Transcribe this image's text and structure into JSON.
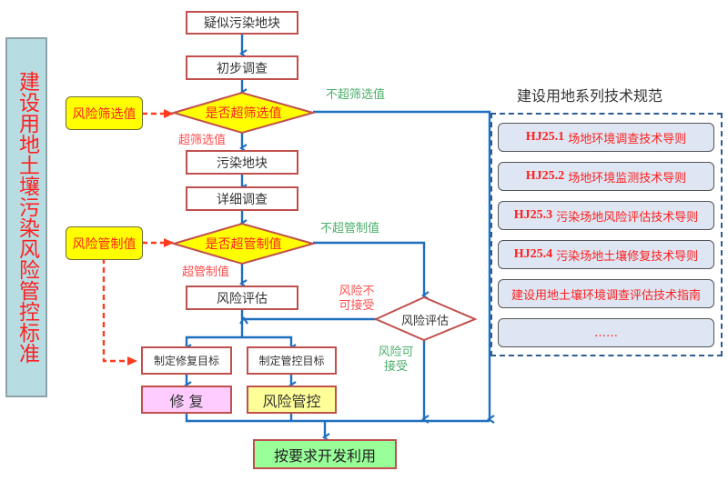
{
  "side_title": "建设用地土壤污染风险管控标准",
  "flow": {
    "suspected_site": "疑似污染地块",
    "initial_survey": "初步调查",
    "screening_decision": "是否超筛选值",
    "screening_value_box": "风险筛选值",
    "exceeds_screening_label": "超筛选值",
    "not_exceed_screening_label": "不超筛选值",
    "contaminated_site": "污染地块",
    "detailed_survey": "详细调查",
    "control_decision": "是否超管制值",
    "control_value_box": "风险管制值",
    "exceeds_control_label": "超管制值",
    "not_exceed_control_label": "不超管制值",
    "risk_assessment": "风险评估",
    "risk_assessment_decision": "风险评估",
    "risk_unacceptable_label": "风险不可接受",
    "risk_acceptable_label": "风险可接受",
    "set_remediation_target": "制定修复目标",
    "set_control_target": "制定管控目标",
    "remediation": "修 复",
    "risk_control": "风险管控",
    "develop_use": "按要求开发利用"
  },
  "standards_panel": {
    "title": "建设用地系列技术规范",
    "items": [
      {
        "code": "HJ25.1",
        "name": "场地环境调查技术导则"
      },
      {
        "code": "HJ25.2",
        "name": "场地环境监测技术导则"
      },
      {
        "code": "HJ25.3",
        "name": "污染场地风险评估技术导则"
      },
      {
        "code": "HJ25.4",
        "name": "污染场地土壤修复技术导则"
      },
      {
        "code": "",
        "name": "建设用地土壤环境调查评估技术指南"
      },
      {
        "code": "",
        "name": "……"
      }
    ]
  },
  "colors": {
    "flow_line": "#1f6fbf",
    "box_border": "#c0504d",
    "dashed_red": "#ff3b1f",
    "decision_fill": "#ffff00",
    "remediation_fill": "#ffccff",
    "control_fill": "#ffff99",
    "develop_fill": "#99ff99",
    "side_fill": "#b7dde3",
    "std_fill": "#dde6f2",
    "panel_border": "#2f5c8f"
  }
}
